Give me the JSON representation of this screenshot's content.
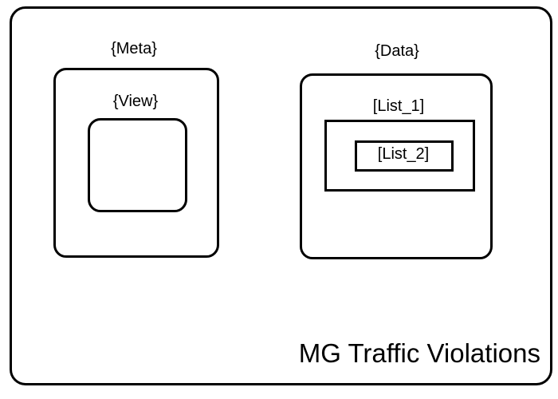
{
  "diagram": {
    "caption": "MG Traffic Violations",
    "meta": {
      "label": "{Meta}"
    },
    "view": {
      "label": "{View}"
    },
    "data": {
      "label": "{Data}"
    },
    "list_1": {
      "label": "[List_1]"
    },
    "list_2": {
      "label": "[List_2]"
    }
  },
  "colors": {
    "stroke": "#000000",
    "background": "#ffffff"
  }
}
